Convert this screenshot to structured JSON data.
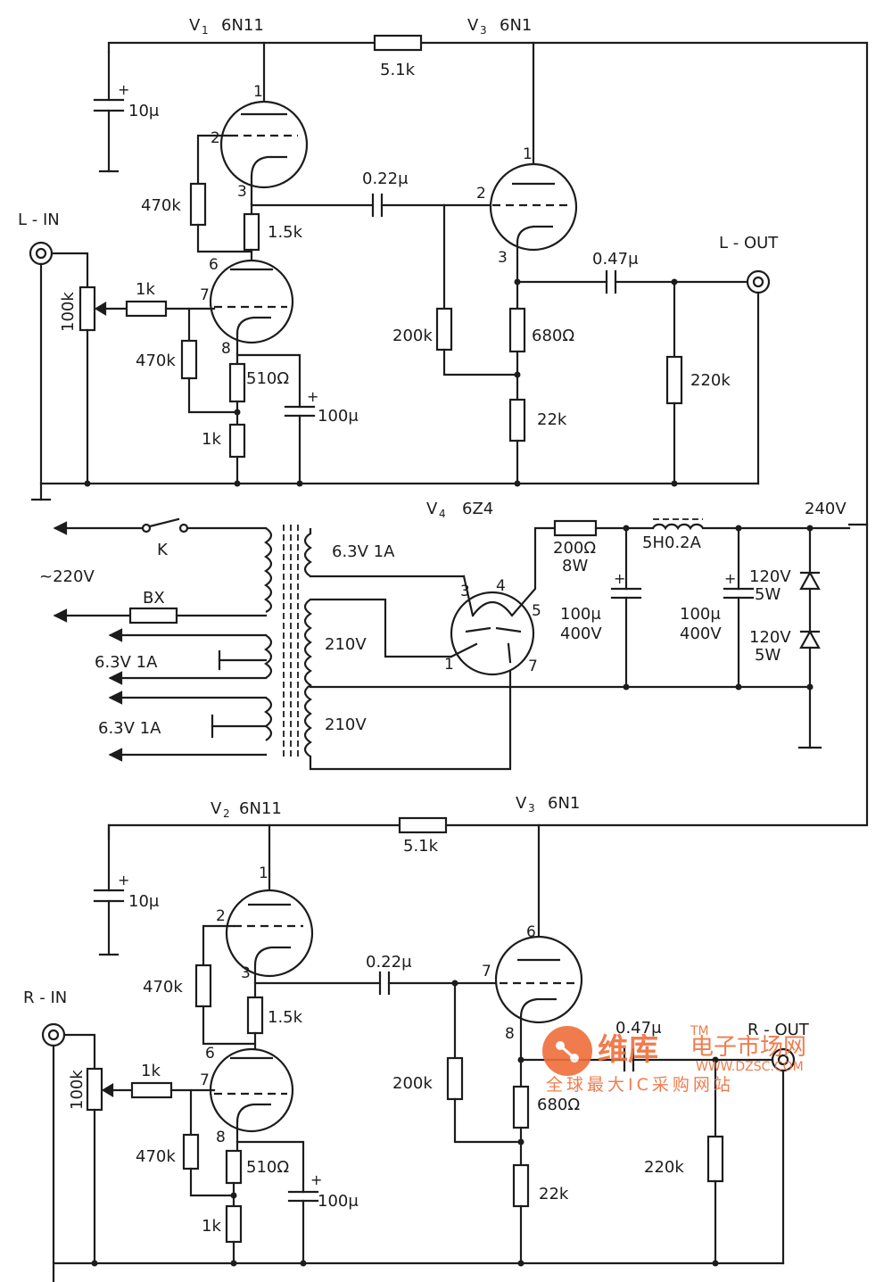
{
  "tubes": {
    "v1": {
      "ref": "V",
      "sub": "1",
      "type": "6N11"
    },
    "v2": {
      "ref": "V",
      "sub": "2",
      "type": "6N11"
    },
    "v3a": {
      "ref": "V",
      "sub": "3",
      "type": "6N1"
    },
    "v3b": {
      "ref": "V",
      "sub": "3",
      "type": "6N1"
    },
    "v4": {
      "ref": "V",
      "sub": "4",
      "type": "6Z4"
    }
  },
  "left": {
    "in": "L - IN",
    "out": "L - OUT",
    "r_supply": "5.1k",
    "c_supply": "10μ",
    "r_grid_upper": "470k",
    "r_cathode_upper": "1.5k",
    "pot": "100k",
    "r_grid_stop": "1k",
    "r_grid_lower": "470k",
    "r_cathode": "510Ω",
    "c_cathode": "100μ",
    "r_bottom": "1k",
    "c_coupling": "0.22μ",
    "r_grid_v3": "200k",
    "r_cathode_v3": "680Ω",
    "r_load_v3": "22k",
    "c_out": "0.47μ",
    "r_out": "220k"
  },
  "right": {
    "in": "R - IN",
    "out": "R - OUT",
    "r_supply": "5.1k",
    "c_supply": "10μ",
    "r_grid_upper": "470k",
    "r_cathode_upper": "1.5k",
    "pot": "100k",
    "r_grid_stop": "1k",
    "r_grid_lower": "470k",
    "r_cathode": "510Ω",
    "c_cathode": "100μ",
    "r_bottom": "1k",
    "c_coupling": "0.22μ",
    "r_grid_v3": "200k",
    "r_cathode_v3": "680Ω",
    "r_load_v3": "22k",
    "c_out": "0.47μ",
    "r_out": "220k"
  },
  "pins": {
    "v1": [
      "1",
      "2",
      "3",
      "6",
      "7",
      "8"
    ],
    "v3a": [
      "1",
      "2",
      "3"
    ],
    "v2": [
      "1",
      "2",
      "3",
      "6",
      "7",
      "8"
    ],
    "v3b": [
      "6",
      "7",
      "8"
    ],
    "v4": [
      "3",
      "4",
      "5",
      "1",
      "7"
    ]
  },
  "power": {
    "switch": "K",
    "mains": "~220V",
    "fuse": "BX",
    "heater1": "6.3V 1A",
    "heater2": "6.3V 1A",
    "sec_heater": "6.3V   1A",
    "sec_hv1": "210V",
    "sec_hv2": "210V",
    "r_filter": "200Ω",
    "r_filter_w": "8W",
    "choke": "5H0.2A",
    "c1": "100μ",
    "c1_v": "400V",
    "c2": "100μ",
    "c2_v": "400V",
    "zener1": "120V",
    "zener1_w": "5W",
    "zener2": "120V",
    "zener2_w": "5W",
    "b_plus": "240V"
  },
  "watermark": {
    "brand": "维库",
    "tm": "TM",
    "cn": "电子市场网",
    "url": "WWW.DZSC.COM",
    "slogan": "全球最大IC采购网站"
  },
  "colors": {
    "ink": "#1c1c1c",
    "watermark": "#ef6e3a",
    "background": "#ffffff"
  }
}
